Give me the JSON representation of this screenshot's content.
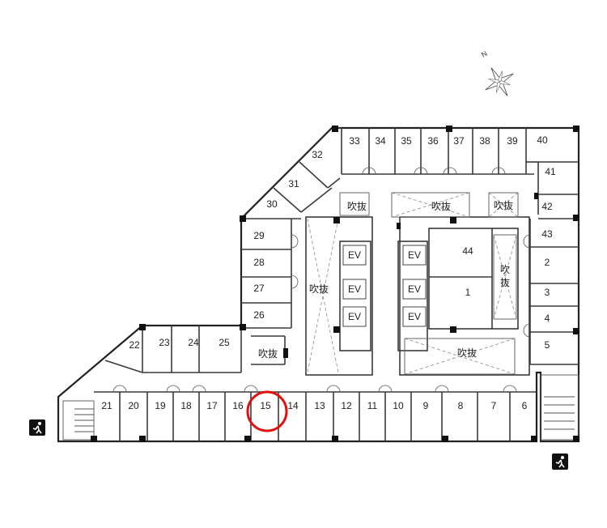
{
  "rooms": [
    {
      "id": "21",
      "label": "21"
    },
    {
      "id": "20",
      "label": "20"
    },
    {
      "id": "19",
      "label": "19"
    },
    {
      "id": "18",
      "label": "18"
    },
    {
      "id": "17",
      "label": "17"
    },
    {
      "id": "16",
      "label": "16"
    },
    {
      "id": "15",
      "label": "15"
    },
    {
      "id": "14",
      "label": "14"
    },
    {
      "id": "13",
      "label": "13"
    },
    {
      "id": "12",
      "label": "12"
    },
    {
      "id": "11",
      "label": "11"
    },
    {
      "id": "10",
      "label": "10"
    },
    {
      "id": "9",
      "label": "9"
    },
    {
      "id": "8",
      "label": "8"
    },
    {
      "id": "7",
      "label": "7"
    },
    {
      "id": "6",
      "label": "6"
    },
    {
      "id": "5",
      "label": "5"
    },
    {
      "id": "4",
      "label": "4"
    },
    {
      "id": "3",
      "label": "3"
    },
    {
      "id": "2",
      "label": "2"
    },
    {
      "id": "43",
      "label": "43"
    },
    {
      "id": "42",
      "label": "42"
    },
    {
      "id": "41",
      "label": "41"
    },
    {
      "id": "40",
      "label": "40"
    },
    {
      "id": "39",
      "label": "39"
    },
    {
      "id": "38",
      "label": "38"
    },
    {
      "id": "37",
      "label": "37"
    },
    {
      "id": "36",
      "label": "36"
    },
    {
      "id": "35",
      "label": "35"
    },
    {
      "id": "34",
      "label": "34"
    },
    {
      "id": "33",
      "label": "33"
    },
    {
      "id": "32",
      "label": "32"
    },
    {
      "id": "31",
      "label": "31"
    },
    {
      "id": "30",
      "label": "30"
    },
    {
      "id": "29",
      "label": "29"
    },
    {
      "id": "28",
      "label": "28"
    },
    {
      "id": "27",
      "label": "27"
    },
    {
      "id": "26",
      "label": "26"
    },
    {
      "id": "25",
      "label": "25"
    },
    {
      "id": "24",
      "label": "24"
    },
    {
      "id": "23",
      "label": "23"
    },
    {
      "id": "22",
      "label": "22"
    },
    {
      "id": "44",
      "label": "44"
    },
    {
      "id": "1",
      "label": "1"
    }
  ],
  "elevators": [
    "EV",
    "EV",
    "EV",
    "EV",
    "EV",
    "EV"
  ],
  "voids": {
    "label": "吹抜",
    "vertical_top": "吹",
    "vertical_bottom": "抜"
  },
  "highlighted_room": "15",
  "icons": {
    "compass": "compass-rose-icon",
    "north_label": "N",
    "emergency_exit": "emergency-exit-icon"
  },
  "colors": {
    "highlight": "#e01010",
    "walls": "#3a3a3a",
    "pillars": "#111111"
  }
}
